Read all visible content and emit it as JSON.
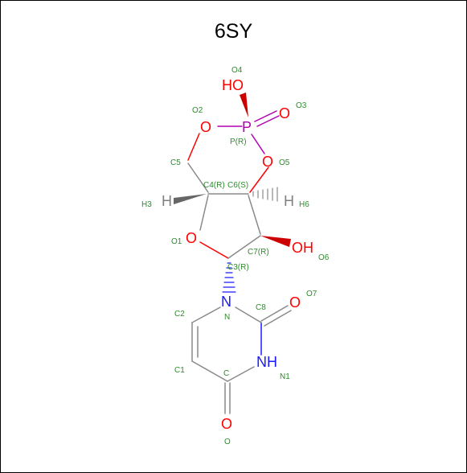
{
  "title": "6SY",
  "colors": {
    "bond": "#8a8a8a",
    "annotation": "#2e8b2e",
    "oxygen": "#ff0000",
    "nitrogen": "#1a1aff",
    "phosphorus": "#b000b0",
    "hydrogen": "#808080"
  },
  "atoms": {
    "o_hydroxyl_p": "HO",
    "p": "P",
    "o_double_p": "O",
    "o_ring_left": "O",
    "o_ring_right": "O",
    "o_sugar_ring": "O",
    "h3": "H",
    "h6": "H",
    "o_hydroxyl_c7": "OH",
    "n_ring": "N",
    "o_carbonyl_c8": "O",
    "nh": "NH",
    "o_carbonyl_bottom": "O"
  },
  "annotations": {
    "o4": "O4",
    "o2": "O2",
    "o3": "O3",
    "p_stereo": "P(R)",
    "c5": "C5",
    "o5": "O5",
    "c4": "C4(R)",
    "c6": "C6(S)",
    "h3": "H3",
    "h6": "H6",
    "o1": "O1",
    "c7": "C7(R)",
    "o6": "O6",
    "c3": "C3(R)",
    "c2": "C2",
    "c8": "C8",
    "o7": "O7",
    "n": "N",
    "c1": "C1",
    "c": "C",
    "n1": "N1",
    "o": "O"
  }
}
